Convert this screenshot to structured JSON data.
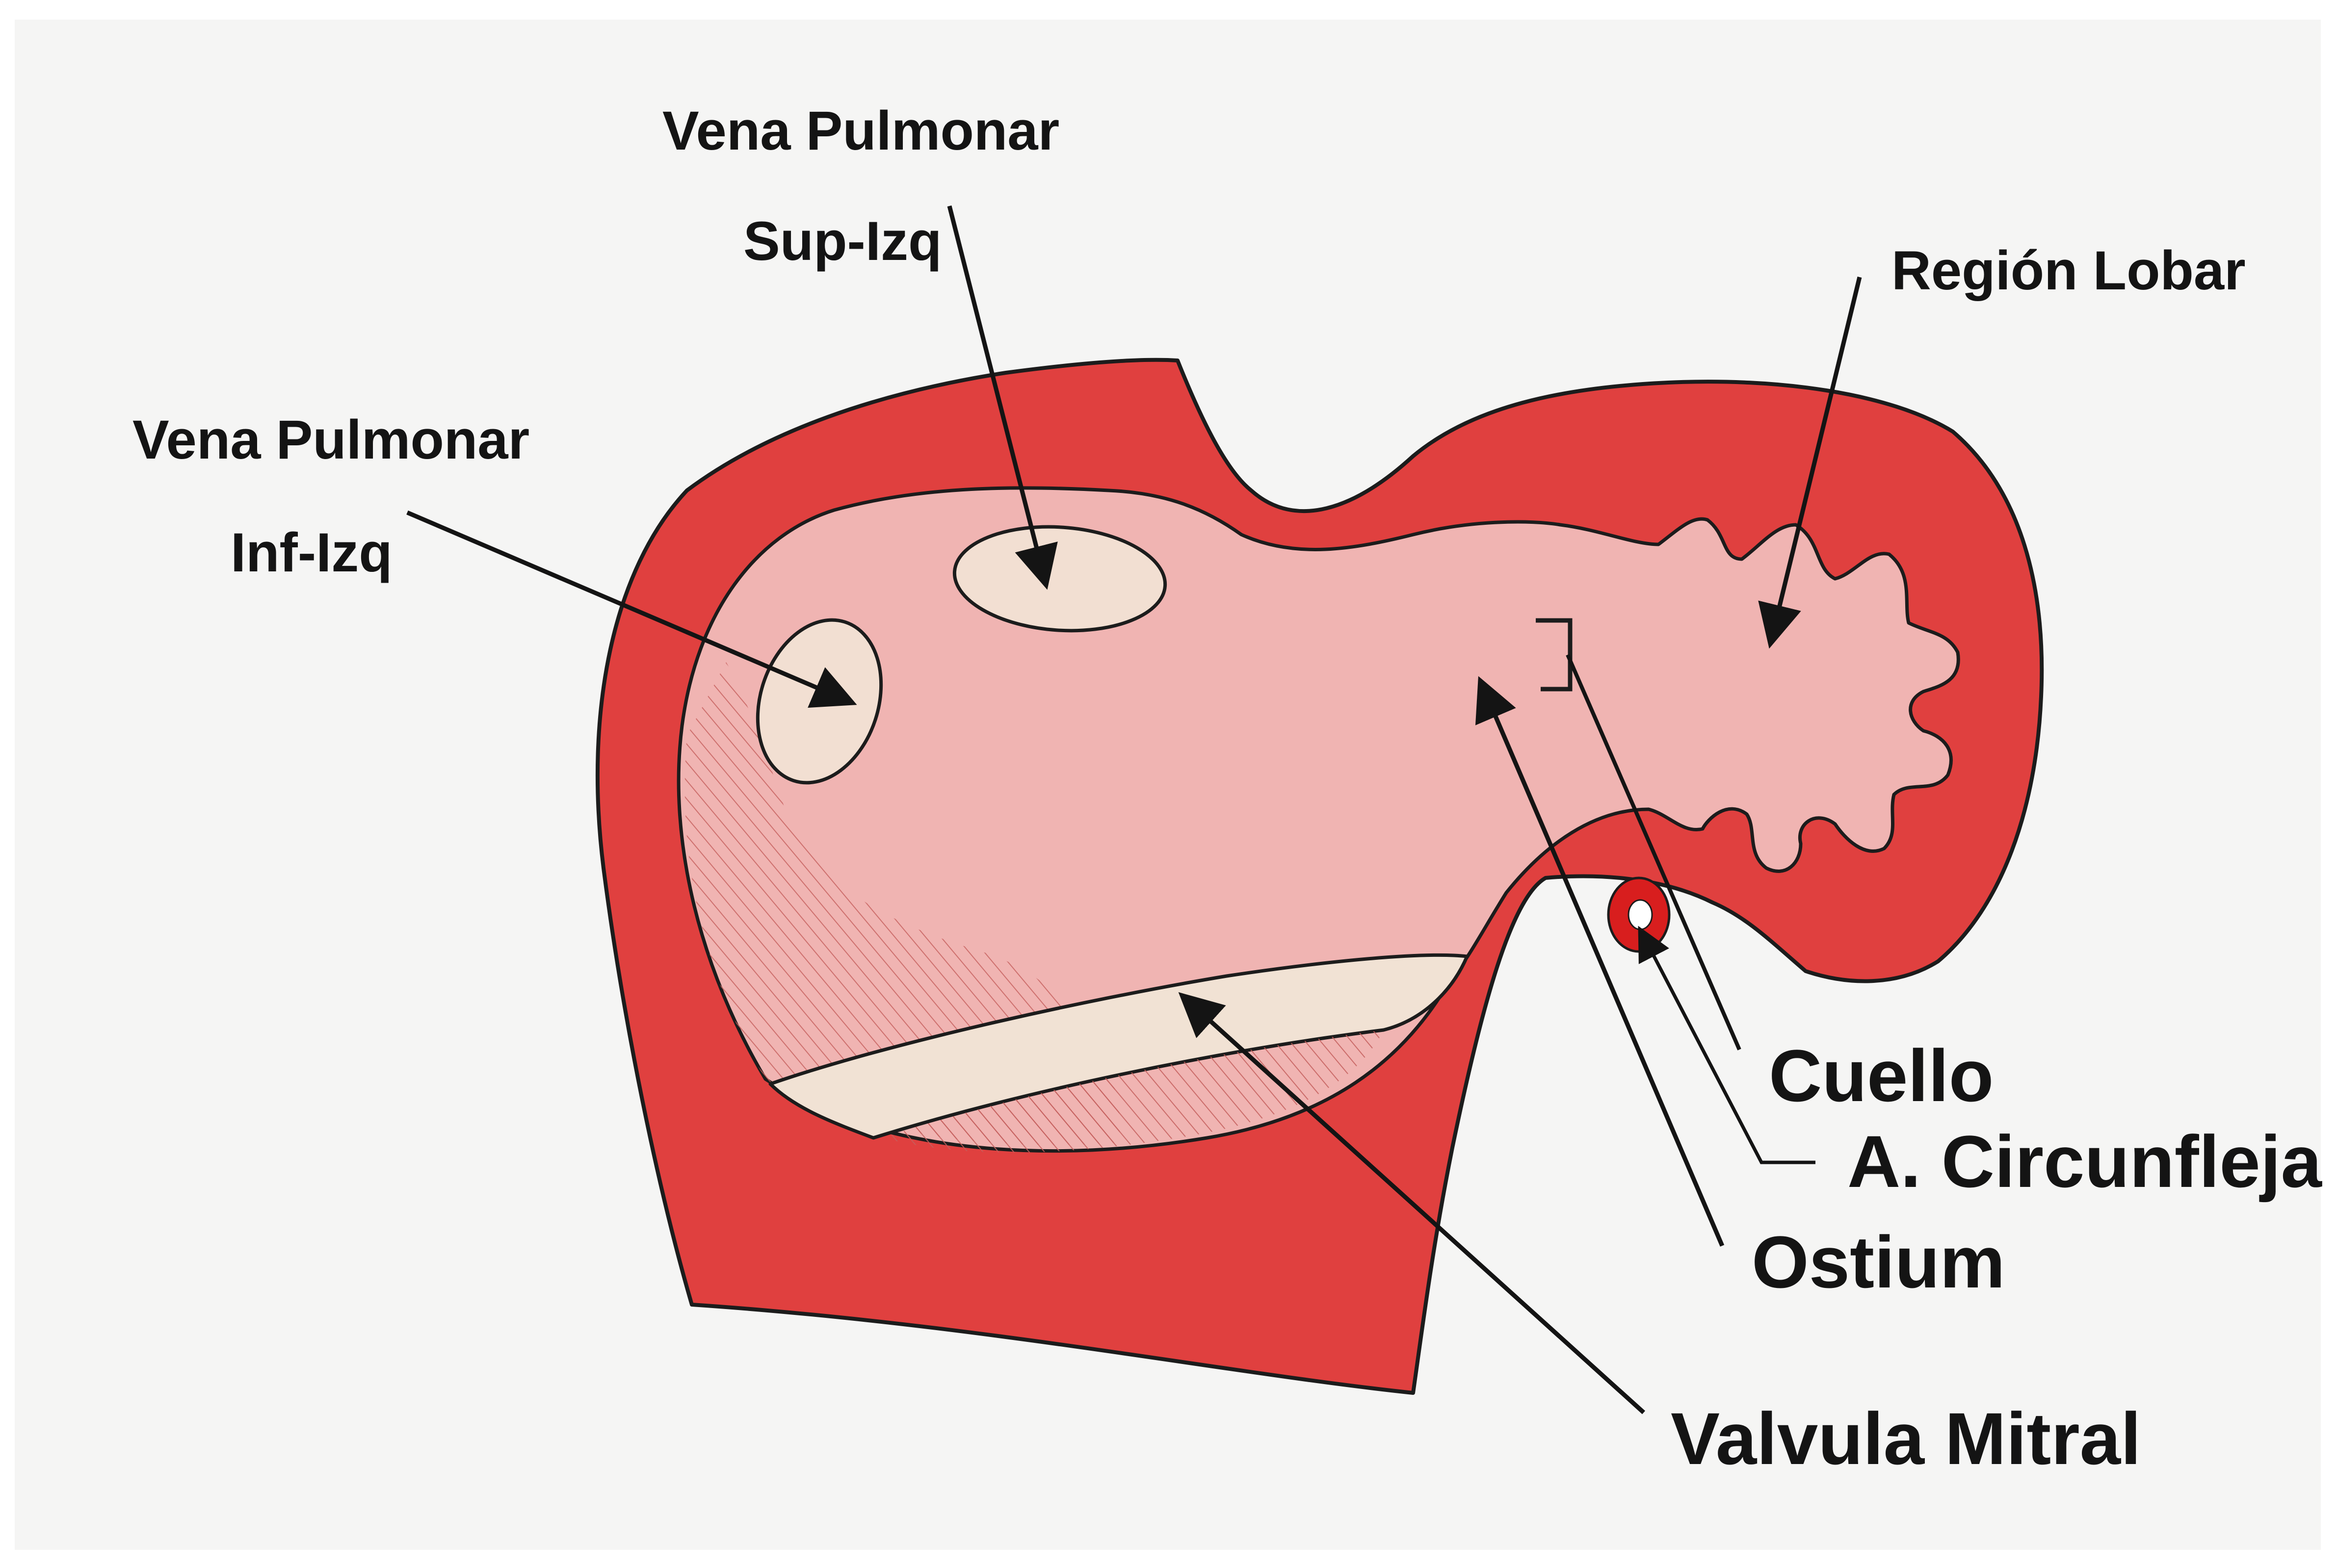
{
  "labels": {
    "vena_sup_line1": "Vena Pulmonar",
    "vena_sup_line2": "Sup-Izq",
    "vena_inf_line1": "Vena Pulmonar",
    "vena_inf_line2": "Inf-Izq",
    "region_lobar": "Región Lobar",
    "cuello": "Cuello",
    "circunfleja": "A. Circunfleja",
    "ostium": "Ostium",
    "valvula_mitral": "Valvula Mitral"
  },
  "colors": {
    "background": "#f5f5f4",
    "wall_red": "#e0403f",
    "cavity_pink": "#f0b4b2",
    "cavity_shade": "#e48a88",
    "vein_opening": "#f2dfd2",
    "valve_band": "#f1e2d4",
    "outline": "#1c1c1c",
    "text": "#141414"
  }
}
